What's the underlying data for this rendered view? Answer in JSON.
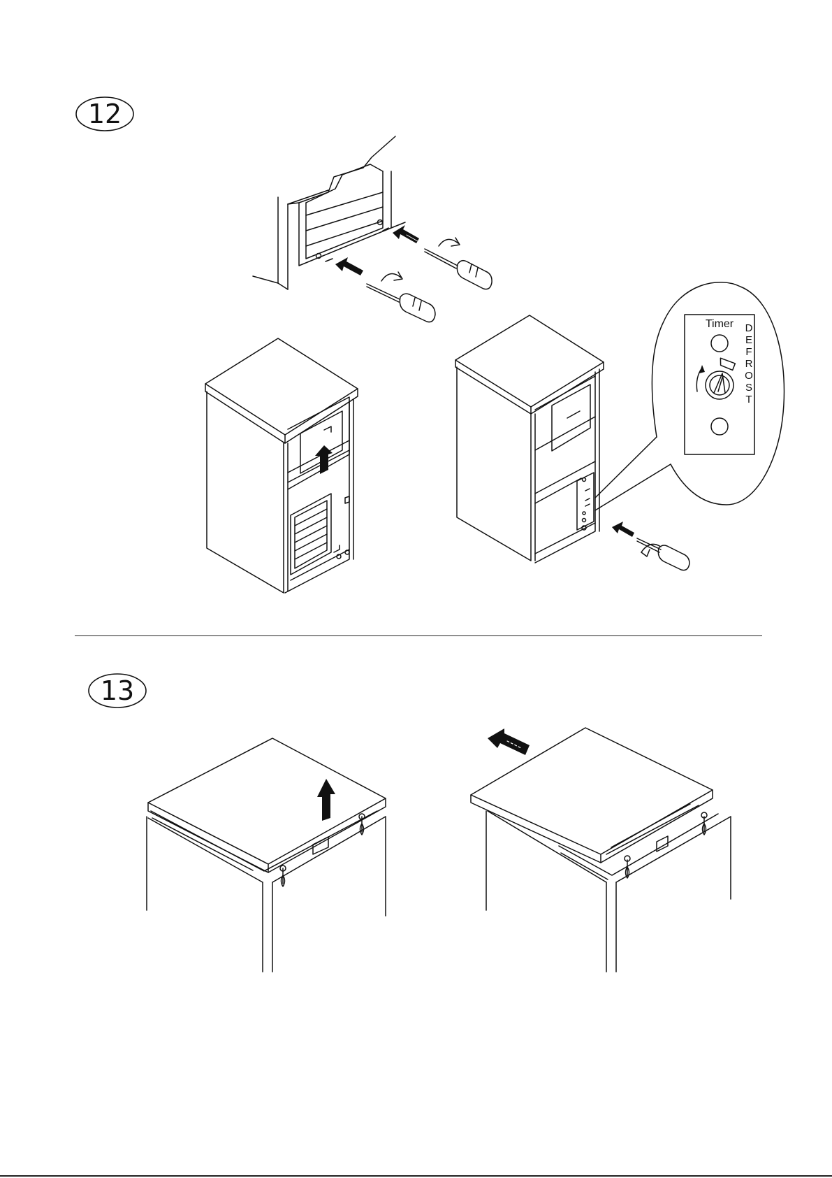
{
  "steps": [
    {
      "number": "12"
    },
    {
      "number": "13"
    }
  ],
  "timer_panel": {
    "label": "Timer",
    "defrost_letters": [
      "D",
      "E",
      "F",
      "R",
      "O",
      "S",
      "T"
    ]
  },
  "colors": {
    "ink": "#111111",
    "paper": "#ffffff"
  }
}
